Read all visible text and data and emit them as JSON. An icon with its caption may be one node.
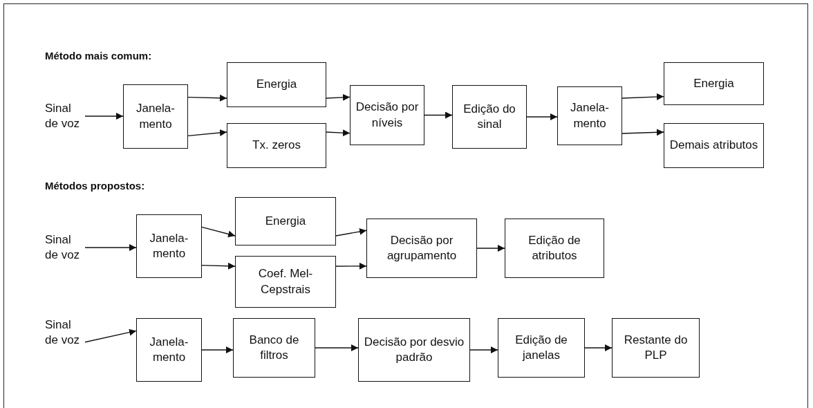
{
  "diagram": {
    "nodes": [
      {
        "text": [
          "Sinal de voz"
        ]
      },
      {
        "text": [
          "Janela-mento"
        ]
      },
      {
        "text": [
          "Energia"
        ]
      },
      {
        "text": [
          "Tx. zeros"
        ]
      },
      {
        "text": [
          "Decisão por níveis"
        ]
      },
      {
        "text": [
          "Edição do sinal"
        ]
      },
      {
        "text": [
          "Janela-mento"
        ]
      },
      {
        "text": [
          "Energia"
        ]
      },
      {
        "text": [
          "Demais atributos"
        ]
      },
      {
        "text": [
          "Sinal de voz"
        ]
      },
      {
        "text": [
          "Janela-mento"
        ]
      },
      {
        "text": [
          "Energia"
        ]
      },
      {
        "text": [
          "Coef. Mel-Cepstrais"
        ]
      },
      {
        "text": [
          "Decisão por agrupamento"
        ]
      },
      {
        "text": [
          "Edição de atributos"
        ]
      },
      {
        "text": [
          "Sinal de voz"
        ]
      },
      {
        "text": [
          "Janela-mento"
        ]
      },
      {
        "text": [
          "Banco de filtros"
        ]
      },
      {
        "text": [
          "Decisão por desvio padrão"
        ]
      },
      {
        "text": [
          "Edição de janelas"
        ]
      },
      {
        "text": [
          "Restante do PLP"
        ]
      }
    ],
    "edges": [
      {
        "from": 0,
        "to": 1,
        "arrow": "to"
      },
      {
        "from": 1,
        "to": 2,
        "arrow": "to"
      },
      {
        "from": 1,
        "to": 3,
        "arrow": "to"
      },
      {
        "from": 2,
        "to": 4,
        "arrow": "to"
      },
      {
        "from": 3,
        "to": 4,
        "arrow": "to"
      },
      {
        "from": 4,
        "to": 5,
        "arrow": "to"
      },
      {
        "from": 5,
        "to": 6,
        "arrow": "to"
      },
      {
        "from": 6,
        "to": 7,
        "arrow": "to"
      },
      {
        "from": 6,
        "to": 8,
        "arrow": "to"
      },
      {
        "from": 9,
        "to": 10,
        "arrow": "to"
      },
      {
        "from": 10,
        "to": 11,
        "arrow": "to"
      },
      {
        "from": 10,
        "to": 12,
        "arrow": "to"
      },
      {
        "from": 11,
        "to": 13,
        "arrow": "to"
      },
      {
        "from": 12,
        "to": 13,
        "arrow": "to"
      },
      {
        "from": 13,
        "to": 14,
        "arrow": "to"
      },
      {
        "from": 15,
        "to": 16,
        "arrow": "to"
      },
      {
        "from": 16,
        "to": 17,
        "arrow": "to"
      },
      {
        "from": 17,
        "to": 18,
        "arrow": "to"
      },
      {
        "from": 18,
        "to": 19,
        "arrow": "to"
      },
      {
        "from": 19,
        "to": 20,
        "arrow": "to"
      }
    ],
    "labels": [
      "Método mais comum:",
      "Métodos propostos:"
    ]
  }
}
